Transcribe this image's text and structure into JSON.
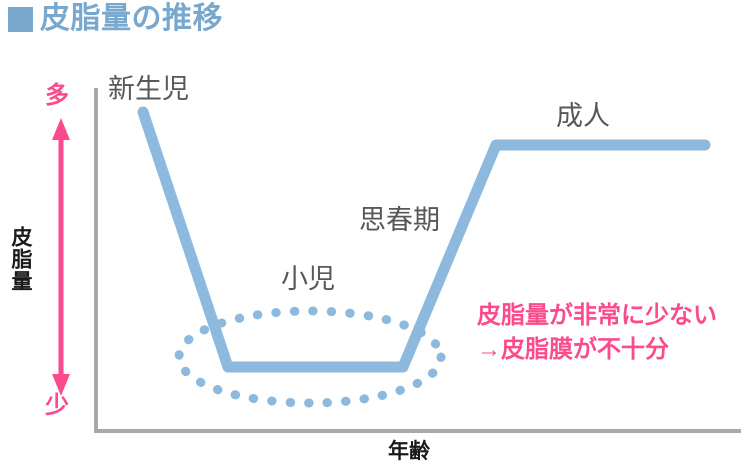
{
  "title": {
    "bullet": "filled-square-bullet",
    "text": "皮脂量の推移"
  },
  "axes": {
    "y_label": "皮脂量",
    "y_high": "多",
    "y_low": "少",
    "x_label": "年齢",
    "axis_color": "#a8a8a8",
    "arrow_color": "#fb4b8c"
  },
  "annotation": {
    "line1": "皮脂量が非常に少ない",
    "line2": "→皮脂膜が不十分",
    "color": "#fb4b8c"
  },
  "stage_labels": {
    "newborn": "新生児",
    "child": "小児",
    "puberty": "思春期",
    "adult": "成人",
    "color": "#57585a"
  },
  "highlight": {
    "shape": "dotted-ellipse",
    "color": "#8cb9dd",
    "target": "小児"
  },
  "chart_data": {
    "type": "line",
    "title": "皮脂量の推移",
    "xlabel": "年齢",
    "ylabel": "皮脂量",
    "series_color": "#8cb9dd",
    "line_width": 11,
    "legend": [],
    "grid": false,
    "xlim": [
      0,
      100
    ],
    "ylim": [
      0,
      100
    ],
    "x_tick_labels": [
      "新生児",
      "小児",
      "思春期",
      "成人"
    ],
    "y_tick_labels": [
      "少",
      "多"
    ],
    "annotations": [
      {
        "text": "新生児",
        "x": 7,
        "y": 97
      },
      {
        "text": "小児",
        "x": 33,
        "y": 45
      },
      {
        "text": "思春期",
        "x": 46,
        "y": 62
      },
      {
        "text": "成人",
        "x": 77,
        "y": 92
      }
    ],
    "points": [
      {
        "x": 8,
        "y": 93,
        "stage": "新生児"
      },
      {
        "x": 21,
        "y": 18,
        "stage": "小児"
      },
      {
        "x": 48,
        "y": 18,
        "stage": "小児"
      },
      {
        "x": 62,
        "y": 83,
        "stage": "思春期"
      },
      {
        "x": 95,
        "y": 83,
        "stage": "成人"
      }
    ],
    "description": "皮脂量は新生児期に非常に多く、小児期に急減して低い状態で推移し、思春期に急増して成人期に高いまま安定する。"
  }
}
